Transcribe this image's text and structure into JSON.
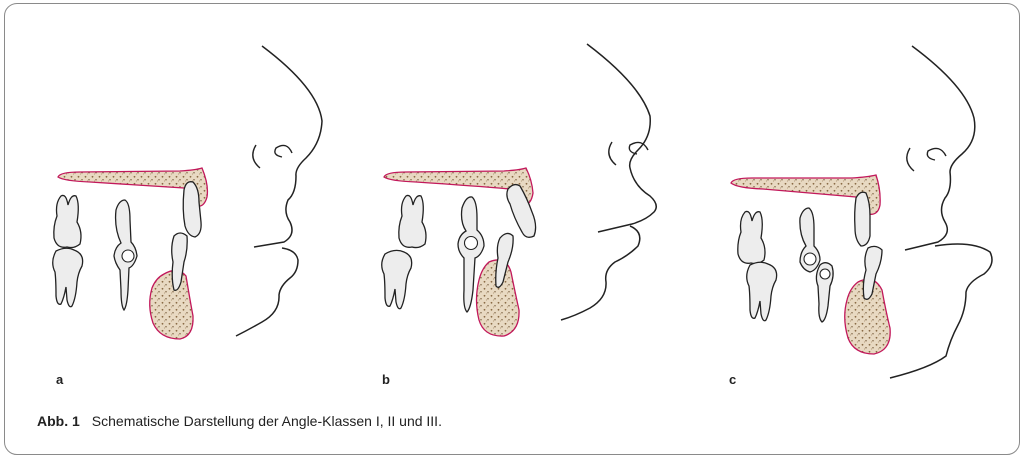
{
  "figure": {
    "panels": [
      {
        "label": "a"
      },
      {
        "label": "b"
      },
      {
        "label": "c"
      }
    ],
    "caption": {
      "label": "Abb. 1",
      "text": "Schematische Darstellung der Angle-Klassen I, II und III."
    },
    "colors": {
      "outline": "#222222",
      "bone_fill": "#e8d9c2",
      "bone_border": "#c2185b",
      "tooth_fill": "#ededed",
      "frame": "#8a8a8a"
    }
  }
}
